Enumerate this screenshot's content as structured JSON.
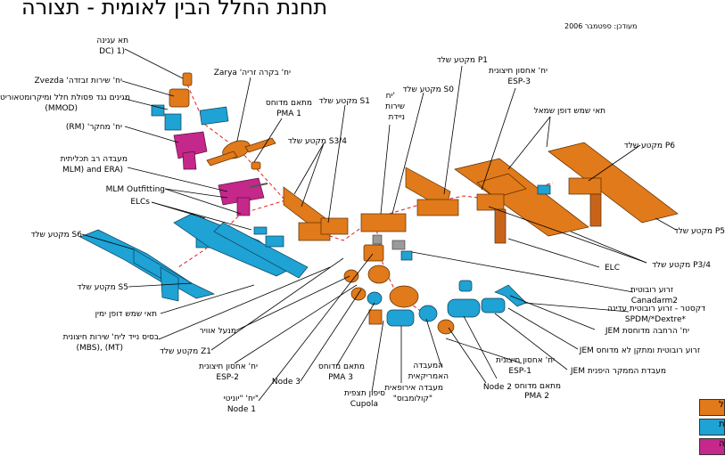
{
  "title": "תחנת החלל הבין לאומית - תצורה",
  "updated": "מעודכן: ספטמבר 2006",
  "colors": {
    "russia": "#e07a1a",
    "usa": "#1fa2d4",
    "other": "#c4288a"
  },
  "labels": {
    "docking": [
      "תא עגינה",
      "DC) 1)"
    ],
    "zvezda": "Zvezda 'יח' שירות זבזדה",
    "mmod": [
      "מגינים נגד פסולת חלל ומיקרומטאוריט",
      "(MMOD)"
    ],
    "rm": "(RM) 'יח' מחקר",
    "mlm_era": [
      "מעבדה רב תכליתית",
      "MLM) and ERA)"
    ],
    "mlm_outfitting": "MLM Outfitting",
    "elcs": "ELCs",
    "s6": "מקטע שלד S6",
    "s5": "מקטע שלד S5",
    "right_sun": "תאי שמש דופן ימין",
    "mbs": [
      "בסיס נייד ליח' שירות חיצונית",
      "(MBS), (MT)"
    ],
    "z1": "מקטע שלד Z1",
    "cmg": "מנעל אוויר",
    "esp2": [
      "יח' אחסון חיצונית",
      "ESP-2"
    ],
    "node3": "Node 3",
    "node1": [
      "יח' \"יוניטי\"",
      "Node 1"
    ],
    "pma3": [
      "מתאם מדוחס",
      "PMA 3"
    ],
    "cupola": [
      "סיפון תצפית",
      "Cupola"
    ],
    "columbus": [
      "מעבדה אירופאית",
      "\"קולומבוס\""
    ],
    "destiny": [
      "המעבדה",
      "האמריקאית"
    ],
    "node2": "Node 2",
    "pma2": [
      "מתאם מדוחס",
      "PMA 2"
    ],
    "esp1": [
      "יח' אחסון חיצונית",
      "ESP-1"
    ],
    "jem_lab": "JEM מעבדת הממקר היפנית",
    "jem_arm": "JEM זרוע רובוטית ומתקן לא מדוחס",
    "jem_pm": "JEM יח' הרחבה מדוחסת",
    "dextre": [
      "דקסטר - זרוע רובוטית עדינה",
      "SPDM/*Dextre*"
    ],
    "canadarm": [
      "זרוע רובוטית",
      "Canadarm2"
    ],
    "p3p4": "מקטע שלד P3/4",
    "elc": "ELC",
    "p5": "מקטע שלד P5",
    "p6": "מקטע שלד P6",
    "left_sun": "תאי שמש דופן שמאל",
    "esp3": [
      "יח' אחסון חיצונית",
      "ESP-3"
    ],
    "p1": "מקטע שלד P1",
    "s0": "מקטע שלד S0",
    "mobile_service": [
      "יח'",
      "שירות",
      "ניידת"
    ],
    "s1": "מקטע שלד S1",
    "s3s4": "מקטע שלד S3/4",
    "pma1": [
      "מתאם מדוחס",
      "PMA 1"
    ],
    "zarya": "Zarya 'יח' בקרה זריה"
  },
  "legend": [
    {
      "color": "#e07a1a",
      "label": "ל"
    },
    {
      "color": "#1fa2d4",
      "label": "ת"
    },
    {
      "color": "#c4288a",
      "label": "ה"
    }
  ]
}
